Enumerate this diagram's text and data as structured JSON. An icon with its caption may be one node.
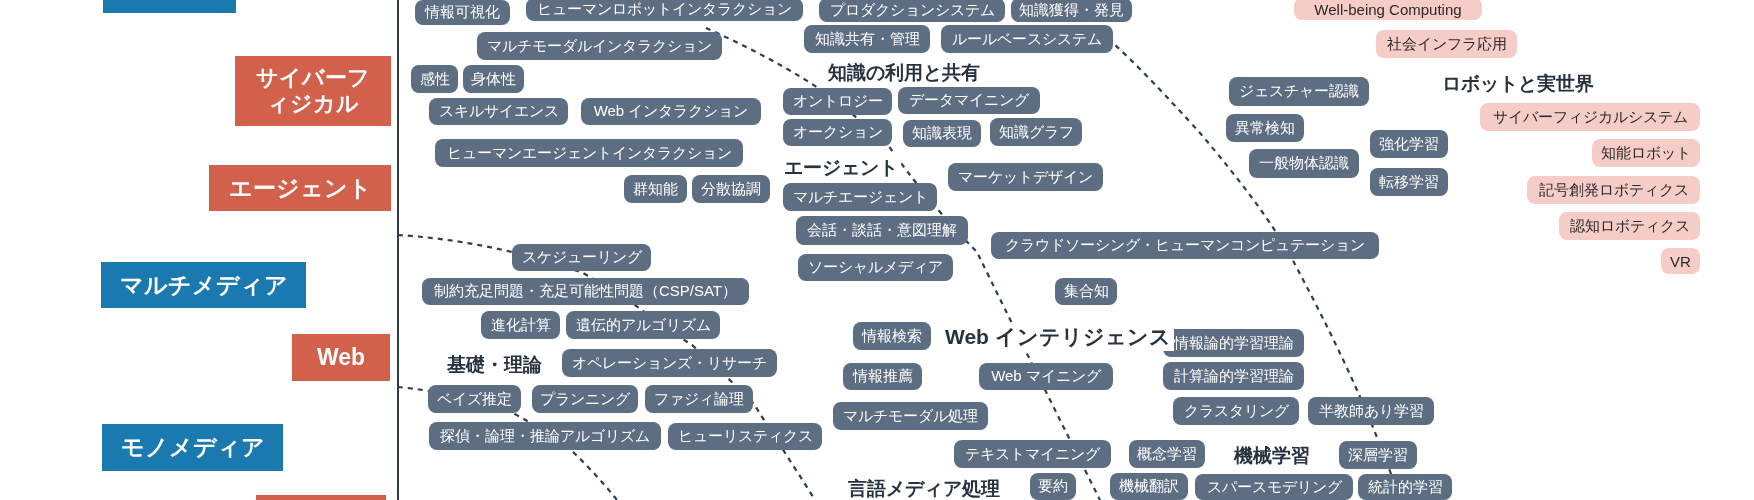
{
  "diagram": {
    "nodes": [
      {
        "text": [],
        "shape": "box"
      },
      {
        "text": [
          "情報可視化"
        ]
      },
      {
        "text": [
          "ヒューマンロボットインタラクション"
        ]
      },
      {
        "text": [
          "プロダクションシステム"
        ]
      },
      {
        "text": [
          "知識獲得・発見"
        ]
      },
      {
        "text": [
          "Well-being Computing"
        ]
      },
      {
        "text": [
          "知識共有・管理"
        ]
      },
      {
        "text": [
          "ルールベースシステム"
        ]
      },
      {
        "text": [
          "社会インフラ応用"
        ]
      },
      {
        "text": [
          "マルチモーダルインタラクション"
        ]
      },
      {
        "text": [
          "サイバーフィジカル"
        ]
      },
      {
        "text": [
          "感性"
        ]
      },
      {
        "text": [
          "身体性"
        ]
      },
      {
        "text": [
          "オントロジー"
        ]
      },
      {
        "text": [
          "データマイニング"
        ]
      },
      {
        "text": [
          "ジェスチャー認識"
        ]
      },
      {
        "text": [
          "サイバーフィジカルシステム"
        ]
      },
      {
        "text": [
          "スキルサイエンス"
        ]
      },
      {
        "text": [
          "Web インタラクション"
        ]
      },
      {
        "text": [
          "異常検知"
        ]
      },
      {
        "text": [
          "オークション"
        ]
      },
      {
        "text": [
          "知識表現"
        ]
      },
      {
        "text": [
          "知識グラフ"
        ]
      },
      {
        "text": [
          "強化学習"
        ]
      },
      {
        "text": [
          "ヒューマンエージェントインタラクション"
        ]
      },
      {
        "text": [
          "知能ロボット"
        ]
      },
      {
        "text": [
          "一般物体認識"
        ]
      },
      {
        "text": [
          "マーケットデザイン"
        ]
      },
      {
        "text": [
          "エージェント"
        ]
      },
      {
        "text": [
          "群知能"
        ]
      },
      {
        "text": [
          "分散協調"
        ]
      },
      {
        "text": [
          "記号創発ロボティクス"
        ]
      },
      {
        "text": [
          "マルチエージェント"
        ]
      },
      {
        "text": [
          "転移学習"
        ]
      },
      {
        "text": [
          "認知ロボティクス"
        ]
      },
      {
        "text": [
          "会話・談話・意図理解"
        ]
      },
      {
        "text": [
          "クラウドソーシング・ヒューマンコンピュテーション"
        ]
      },
      {
        "text": [
          "スケジューリング"
        ]
      },
      {
        "text": [
          "VR"
        ]
      },
      {
        "text": [
          "ソーシャルメディア"
        ]
      },
      {
        "text": [
          "マルチメディア"
        ]
      },
      {
        "text": [
          "制約充足問題・充足可能性問題（CSP/SAT）"
        ]
      },
      {
        "text": [
          "集合知"
        ]
      },
      {
        "text": [
          "進化計算"
        ]
      },
      {
        "text": [
          "遺伝的アルゴリズム"
        ]
      },
      {
        "text": [
          "情報検索"
        ]
      },
      {
        "text": [
          "情報論的学習理論"
        ]
      },
      {
        "text": [
          "Web"
        ]
      },
      {
        "text": [
          "オペレーションズ・リサーチ"
        ]
      },
      {
        "text": [
          "情報推薦"
        ]
      },
      {
        "text": [
          "Web マイニング"
        ]
      },
      {
        "text": [
          "計算論的学習理論"
        ]
      },
      {
        "text": [
          "ベイズ推定"
        ]
      },
      {
        "text": [
          "プランニング"
        ]
      },
      {
        "text": [
          "ファジィ論理"
        ]
      },
      {
        "text": [
          "クラスタリング"
        ]
      },
      {
        "text": [
          "半教師あり学習"
        ]
      },
      {
        "text": [
          "マルチモーダル処理"
        ]
      },
      {
        "text": [
          "探偵・論理・推論アルゴリズム"
        ]
      },
      {
        "text": [
          "ヒューリスティクス"
        ]
      },
      {
        "text": [
          "モノメディア"
        ]
      },
      {
        "text": [
          "テキストマイニング"
        ]
      },
      {
        "text": [
          "概念学習"
        ]
      },
      {
        "text": [
          "深層学習"
        ]
      },
      {
        "text": [
          "要約"
        ]
      },
      {
        "text": [
          "機械翻訳"
        ]
      },
      {
        "text": [
          "スパースモデリング"
        ]
      },
      {
        "text": [
          "統計的学習"
        ]
      },
      {
        "text": [],
        "shape": "box"
      }
    ],
    "labels": [
      "知識の利用と共有",
      "ロボットと実世界",
      "エージェント",
      "Web インテリジェンス",
      "基礎・理論",
      "機械学習",
      "言語メディア処理"
    ]
  }
}
